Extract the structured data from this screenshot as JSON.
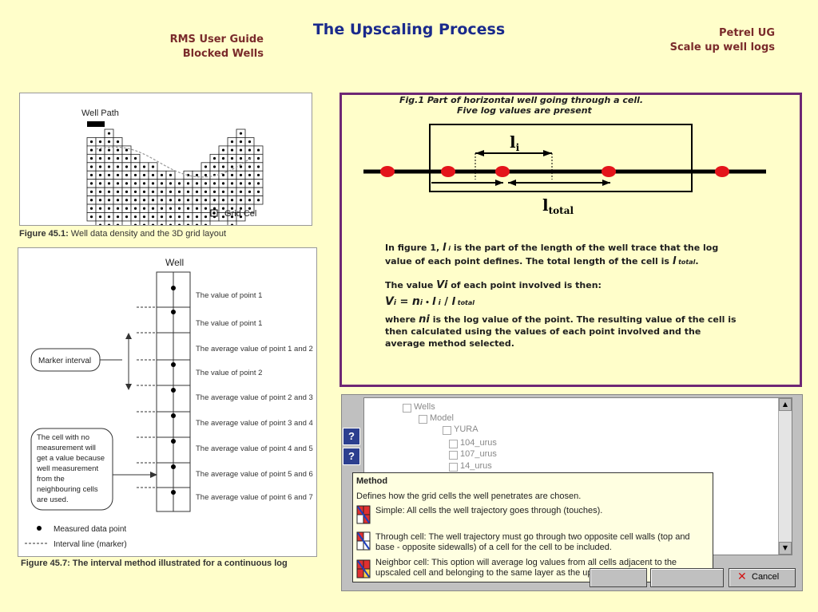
{
  "header": {
    "title": "The Upscaling Process",
    "left_line1": "RMS User Guide",
    "left_line2": "Blocked Wells",
    "right_line1": "Petrel UG",
    "right_line2": "Scale up well logs"
  },
  "fig451": {
    "well_path_label": "Well Path",
    "grid_cell_label": "Grid Cel",
    "caption_bold": "Figure 45.1:",
    "caption_text": " Well data density and the 3D grid layout"
  },
  "fig457": {
    "well_label": "Well",
    "rows": [
      "The value of point 1",
      "The value of point 1",
      "The average value of point 1 and 2",
      "The value of point 2",
      "The average value of point 2 and 3",
      "The average value of point 3 and 4",
      "The average value of point 4 and 5",
      "The average value of point 5 and 6",
      "The average value of point 6 and 7"
    ],
    "marker_interval": "Marker interval",
    "nomeas_lines": [
      "The cell with no",
      "measurement will",
      "get a value because",
      "well measurement",
      "from the",
      "neighbouring cells",
      "are used."
    ],
    "legend_point": "Measured data point",
    "legend_interval": "Interval line (marker)",
    "caption": "Figure 45.7: The interval method illustrated for a continuous log"
  },
  "fig1": {
    "caption_line1": "Fig.1  Part of horizontal well going through a cell.",
    "caption_line2": "Five log values are present",
    "li_base": "l",
    "li_sub": "i",
    "ltotal_base": "l",
    "ltotal_sub": "total",
    "para1_line1_a": "In figure 1, ",
    "para1_line1_l": "l",
    "para1_line1_sub": " i",
    "para1_line1_b": " is the part of the length of the well trace that the log",
    "para1_line2_a": "value of each point defines. The total length of the cell is ",
    "para1_line2_l": "l",
    "para1_line2_sub": " total",
    "para1_line2_b": ".",
    "para2_a": "The value ",
    "para2_v": "Vi",
    "para2_b": " of each point involved is then:",
    "formula": "Vi = ni • l i / l total",
    "formula_V": "V",
    "formula_i1": "i",
    "formula_eq": " = ",
    "formula_n": "n",
    "formula_i2": "i",
    "formula_dot": " • ",
    "formula_l": "l",
    "formula_i3": " i",
    "formula_slash": " / ",
    "formula_l2": "l",
    "formula_total": " total",
    "para3_line1_a": "where ",
    "para3_line1_n": "ni",
    "para3_line1_b": " is the log value of the point. The resulting value of the cell is",
    "para3_line2": "then calculated using the values of each point involved and the",
    "para3_line3": "average method selected."
  },
  "dialog": {
    "tree": [
      "Wells",
      "Model",
      "YURA",
      "104_urus",
      "107_urus",
      "14_urus"
    ],
    "tip_title": "Method",
    "tip_intro": "Defines how the grid cells the well penetrates are chosen.",
    "opt_simple": "Simple: All cells the well trajectory goes through (touches).",
    "opt_through_1": "Through cell: The well trajectory must go through two opposite cell walls (top and",
    "opt_through_2": "base - opposite sidewalls) of a cell for the cell to be included.",
    "opt_neighbor_1": "Neighbor cell: This option will average log values from all cells adjacent to the",
    "opt_neighbor_2": "upscaled cell and belonging to the same layer as the upscaled cell.",
    "cancel_label": "Cancel",
    "help_glyph": "?"
  }
}
